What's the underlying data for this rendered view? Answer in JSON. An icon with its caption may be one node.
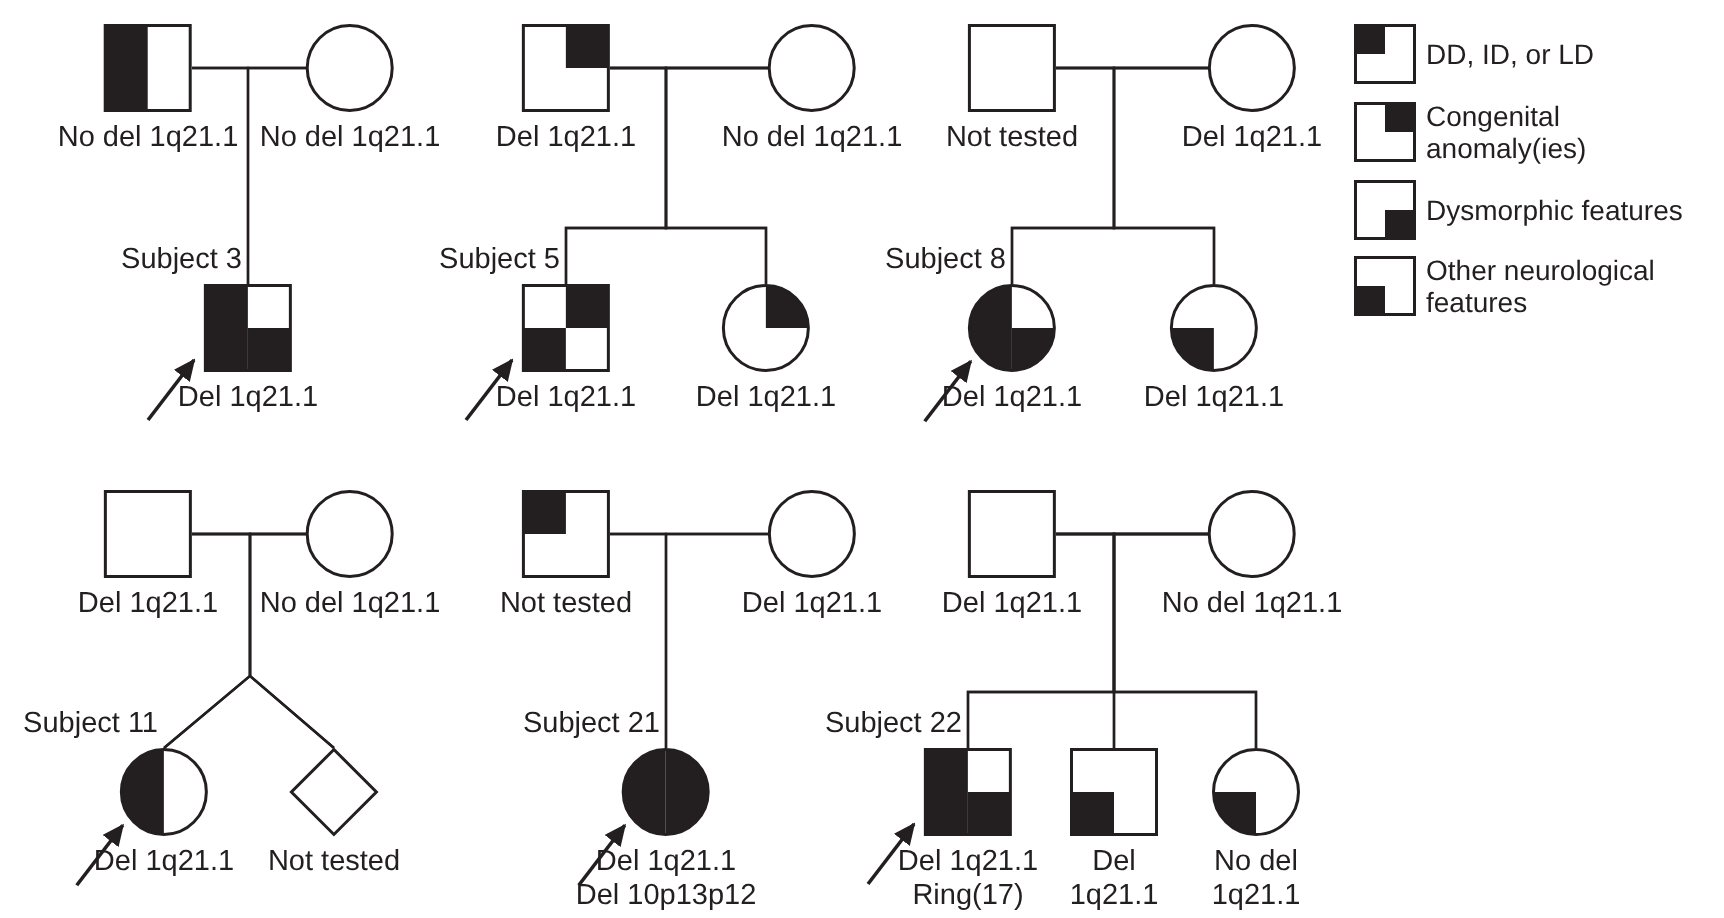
{
  "diagram": {
    "nodes": [
      {
        "text": [
          "No del 1q21.1"
        ]
      },
      {
        "text": [
          "No del 1q21.1"
        ]
      },
      {
        "text": [
          "Del 1q21.1"
        ],
        "beside": [
          "Subject 3"
        ]
      },
      {
        "text": [
          "Del 1q21.1"
        ]
      },
      {
        "text": [
          "No del 1q21.1"
        ]
      },
      {
        "text": [
          "Del 1q21.1"
        ],
        "beside": [
          "Subject 5"
        ]
      },
      {
        "text": [
          "Del 1q21.1"
        ]
      },
      {
        "text": [
          "Not tested"
        ]
      },
      {
        "text": [
          "Del 1q21.1"
        ]
      },
      {
        "text": [
          "Del 1q21.1"
        ],
        "beside": [
          "Subject 8"
        ]
      },
      {
        "text": [
          "Del 1q21.1"
        ]
      },
      {
        "text": [
          "Del 1q21.1"
        ]
      },
      {
        "text": [
          "No del 1q21.1"
        ]
      },
      {
        "text": [
          "Del 1q21.1"
        ],
        "beside": [
          "Subject 11"
        ]
      },
      {
        "text": [
          "Not tested"
        ]
      },
      {
        "text": [
          "Not tested"
        ]
      },
      {
        "text": [
          "Del 1q21.1"
        ]
      },
      {
        "text": [
          "Del 1q21.1",
          "Del 10p13p12"
        ],
        "beside": [
          "Subject 21"
        ]
      },
      {
        "text": [
          "Del 1q21.1"
        ]
      },
      {
        "text": [
          "No del 1q21.1"
        ]
      },
      {
        "text": [
          "Del 1q21.1",
          "Ring(17)"
        ],
        "beside": [
          "Subject 22"
        ]
      },
      {
        "text": [
          "Del 1q21.1"
        ]
      },
      {
        "text": [
          "No del 1q21.1"
        ]
      }
    ],
    "edges": [
      {
        "from": 0,
        "to": 1,
        "arrow": "none"
      },
      {
        "from": 0,
        "to": 2,
        "arrow": "none"
      },
      {
        "from": 1,
        "to": 2,
        "arrow": "none"
      },
      {
        "from": 3,
        "to": 4,
        "arrow": "none"
      },
      {
        "from": 3,
        "to": 5,
        "arrow": "none"
      },
      {
        "from": 4,
        "to": 5,
        "arrow": "none"
      },
      {
        "from": 3,
        "to": 6,
        "arrow": "none"
      },
      {
        "from": 4,
        "to": 6,
        "arrow": "none"
      },
      {
        "from": 7,
        "to": 8,
        "arrow": "none"
      },
      {
        "from": 7,
        "to": 9,
        "arrow": "none"
      },
      {
        "from": 8,
        "to": 9,
        "arrow": "none"
      },
      {
        "from": 7,
        "to": 10,
        "arrow": "none"
      },
      {
        "from": 8,
        "to": 10,
        "arrow": "none"
      },
      {
        "from": 11,
        "to": 12,
        "arrow": "none"
      },
      {
        "from": 11,
        "to": 13,
        "arrow": "none"
      },
      {
        "from": 12,
        "to": 13,
        "arrow": "none"
      },
      {
        "from": 11,
        "to": 14,
        "arrow": "none"
      },
      {
        "from": 12,
        "to": 14,
        "arrow": "none"
      },
      {
        "from": 15,
        "to": 16,
        "arrow": "none"
      },
      {
        "from": 15,
        "to": 17,
        "arrow": "none"
      },
      {
        "from": 16,
        "to": 17,
        "arrow": "none"
      },
      {
        "from": 18,
        "to": 19,
        "arrow": "none"
      },
      {
        "from": 18,
        "to": 20,
        "arrow": "none"
      },
      {
        "from": 19,
        "to": 20,
        "arrow": "none"
      },
      {
        "from": 18,
        "to": 21,
        "arrow": "none"
      },
      {
        "from": 19,
        "to": 21,
        "arrow": "none"
      },
      {
        "from": 18,
        "to": 22,
        "arrow": "none"
      },
      {
        "from": 19,
        "to": 22,
        "arrow": "none"
      },
      {
        "from": null,
        "to": 2,
        "arrow": "to"
      },
      {
        "from": null,
        "to": 5,
        "arrow": "to"
      },
      {
        "from": null,
        "to": 9,
        "arrow": "to"
      },
      {
        "from": null,
        "to": 13,
        "arrow": "to"
      },
      {
        "from": null,
        "to": 17,
        "arrow": "to"
      },
      {
        "from": null,
        "to": 20,
        "arrow": "to"
      }
    ],
    "legend": [
      {
        "text": "DD, ID, or LD"
      },
      {
        "text": "Congenital anomaly(ies)"
      },
      {
        "text": "Dysmorphic features"
      },
      {
        "text": "Other neurological features"
      }
    ]
  }
}
